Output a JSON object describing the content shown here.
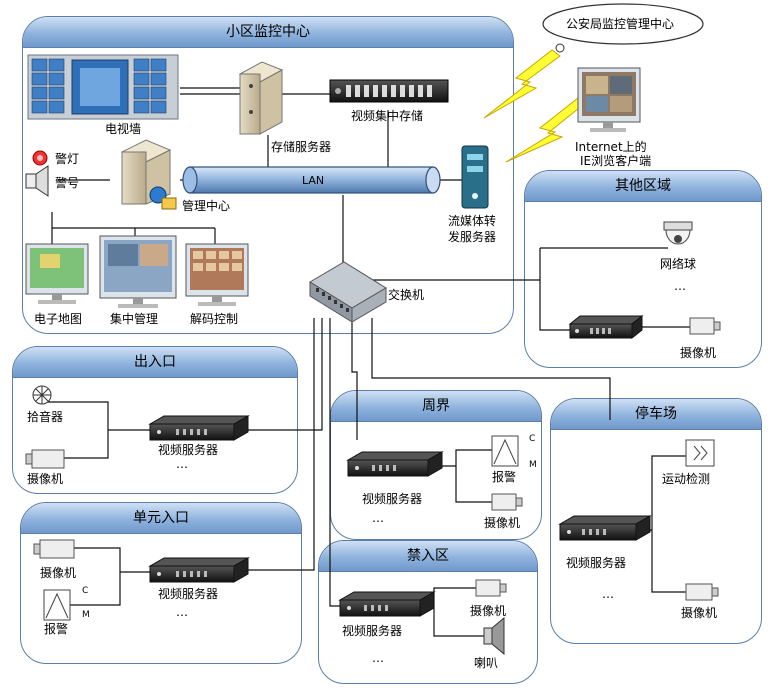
{
  "zones": {
    "center": "小区监控中心",
    "other": "其他区域",
    "entrance": "出入口",
    "unit_entrance": "单元入口",
    "perimeter": "周界",
    "parking": "停车场",
    "restricted": "禁入区"
  },
  "center": {
    "video_wall": "电视墙",
    "storage_server": "存储服务器",
    "central_storage": "视频集中存储",
    "warning_light": "警灯",
    "siren": "警号",
    "management_center": "管理中心",
    "lan": "LAN",
    "e_map": "电子地图",
    "central_mgmt": "集中管理",
    "decode_ctrl": "解码控制"
  },
  "cloud_label": "公安局监控管理中心",
  "internet_client": [
    "Internet上的",
    "IE浏览客户端"
  ],
  "streaming_server": [
    "流媒体转",
    "发服务器"
  ],
  "switch": "交换机",
  "other": {
    "dome": "网络球",
    "dots": "…",
    "camera": "摄像机"
  },
  "entrance": {
    "mic": "拾音器",
    "camera": "摄像机",
    "server": "视频服务器",
    "dots": "…"
  },
  "unit_entrance": {
    "camera": "摄像机",
    "alarm": "报警",
    "server": "视频服务器",
    "dots": "…",
    "c": "C",
    "m": "M"
  },
  "perimeter": {
    "alarm": "报警",
    "camera": "摄像机",
    "server": "视频服务器",
    "dots": "…",
    "c": "C",
    "m": "M"
  },
  "parking": {
    "motion": "运动检测",
    "server": "视频服务器",
    "dots": "…",
    "camera": "摄像机"
  },
  "restricted": {
    "camera": "摄像机",
    "speaker": "喇叭",
    "server": "视频服务器",
    "dots": "…"
  }
}
